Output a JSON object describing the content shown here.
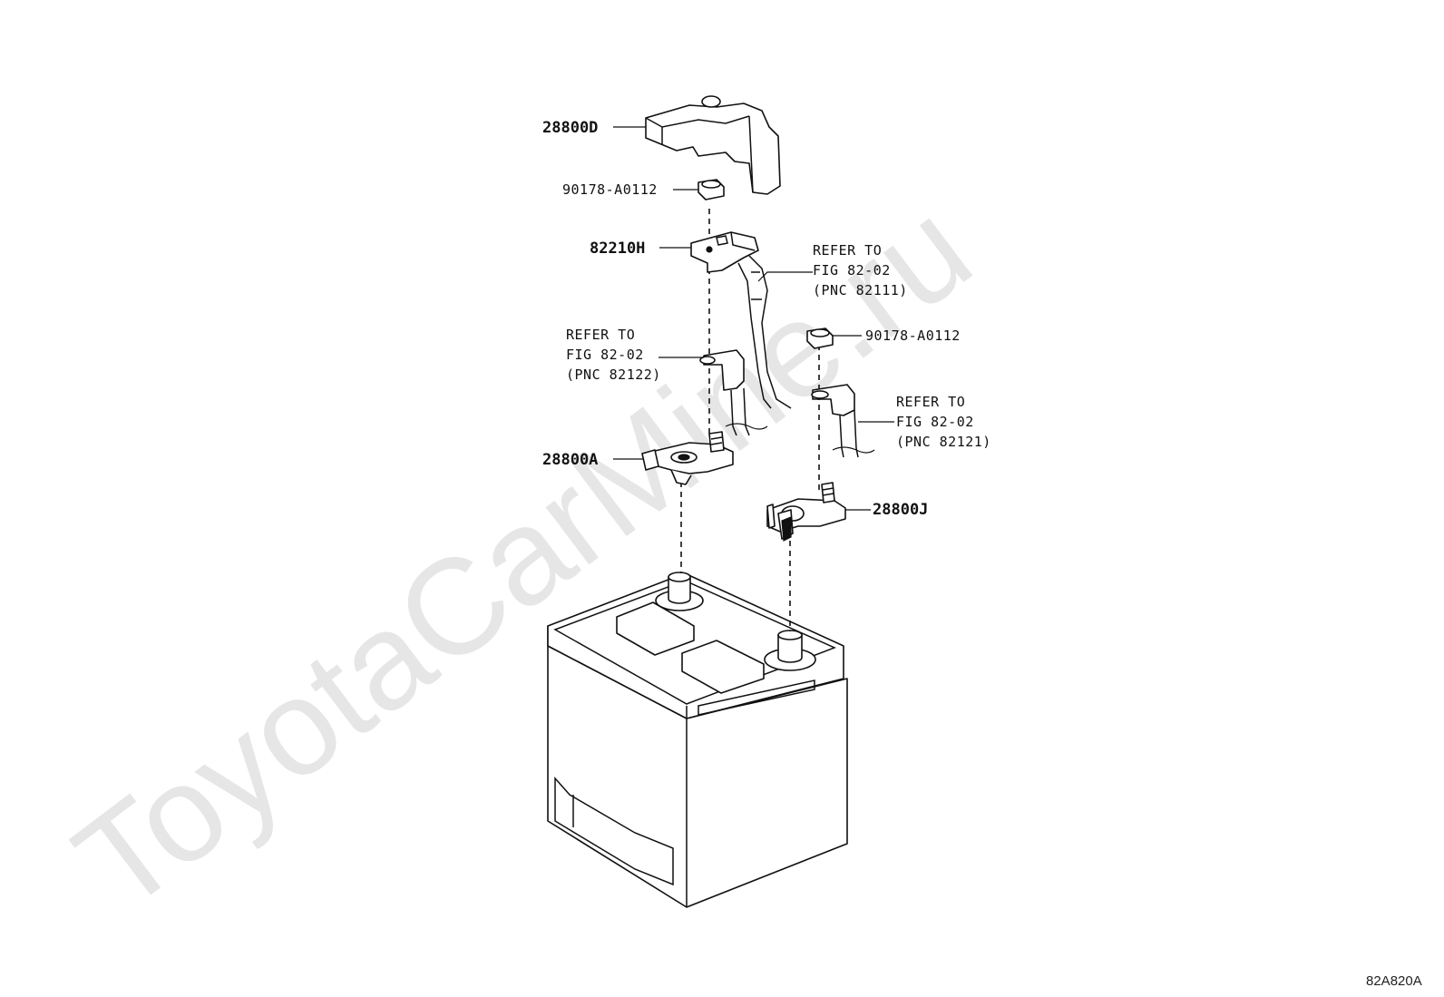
{
  "watermark": "ToyotaCarMine.ru",
  "diagram_code": "82A820A",
  "parts": {
    "p28800D": "28800D",
    "p90178_top": "90178-A0112",
    "p82210H": "82210H",
    "p90178_right": "90178-A0112",
    "p28800A": "28800A",
    "p28800J": "28800J"
  },
  "refs": {
    "ref_top": {
      "line1": "REFER TO",
      "line2": "FIG 82-02",
      "line3": "(PNC 82111)"
    },
    "ref_left": {
      "line1": "REFER TO",
      "line2": "FIG 82-02",
      "line3": "(PNC 82122)"
    },
    "ref_right": {
      "line1": "REFER TO",
      "line2": "FIG 82-02",
      "line3": "(PNC 82121)"
    }
  },
  "colors": {
    "ink": "#111111",
    "watermark": "#e6e6e6",
    "background": "#ffffff"
  }
}
